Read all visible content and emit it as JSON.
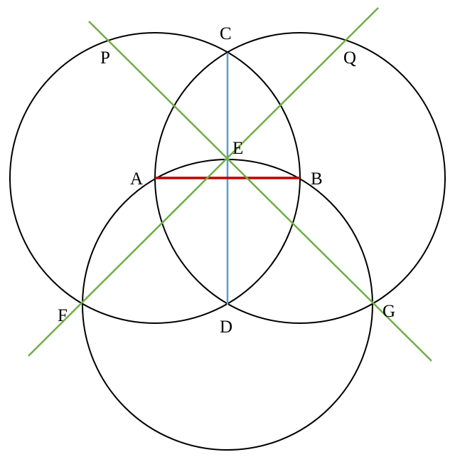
{
  "labels": {
    "C": "C",
    "P": "P",
    "Q": "Q",
    "E": "E",
    "A": "A",
    "B": "B",
    "F": "F",
    "G": "G",
    "D": "D"
  },
  "colors": {
    "circles": "#000000",
    "segment_AB": "#c00000",
    "segment_CD": "#5b9bd5",
    "bisector_lines": "#70ad47"
  }
}
